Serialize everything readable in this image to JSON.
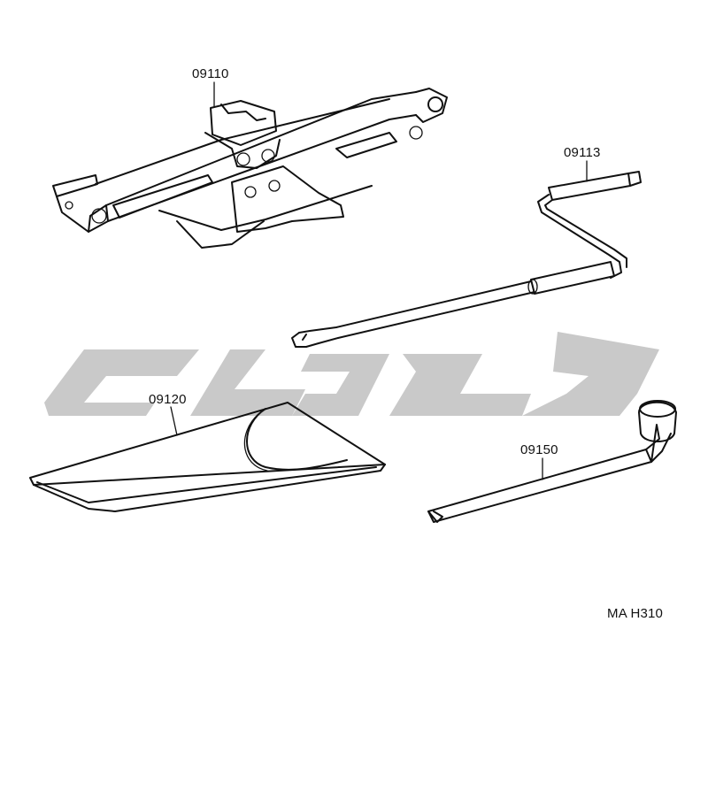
{
  "diagram": {
    "parts": [
      {
        "number": "09110"
      },
      {
        "number": "09113"
      },
      {
        "number": "09120"
      },
      {
        "number": "09150"
      }
    ],
    "reference_code": "MA H310"
  }
}
